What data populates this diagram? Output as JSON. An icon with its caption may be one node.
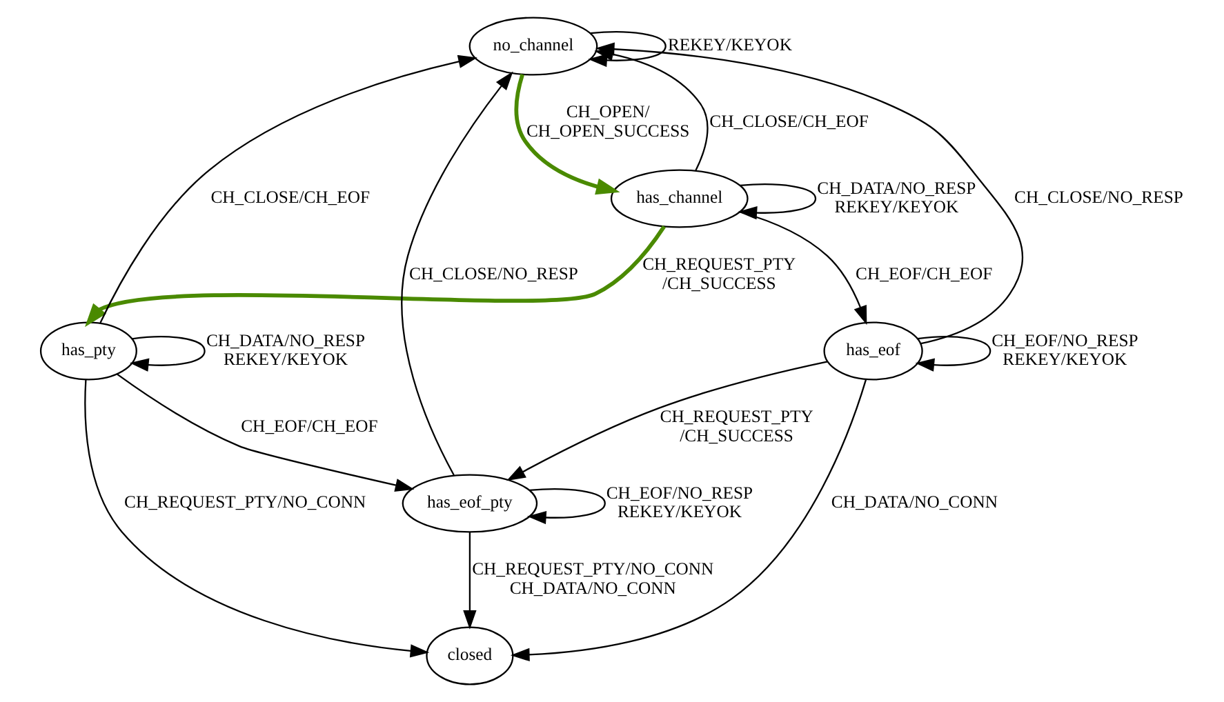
{
  "diagram": {
    "nodes": [
      {
        "text": [
          "no_channel"
        ]
      },
      {
        "text": [
          "has_channel"
        ]
      },
      {
        "text": [
          "has_eof"
        ]
      },
      {
        "text": [
          "has_pty"
        ]
      },
      {
        "text": [
          "has_eof_pty"
        ]
      },
      {
        "text": [
          "closed"
        ]
      }
    ],
    "edges": [
      {
        "from": 0,
        "to": 0,
        "arrow": "to",
        "label": "REKEY/KEYOK"
      },
      {
        "from": 0,
        "to": 1,
        "arrow": "to",
        "label": "CH_OPEN/ CH_OPEN_SUCCESS",
        "style": "thick",
        "color": "#4a8a00"
      },
      {
        "from": 1,
        "to": 0,
        "arrow": "to",
        "label": "CH_CLOSE/CH_EOF"
      },
      {
        "from": 1,
        "to": 1,
        "arrow": "to",
        "label": "CH_DATA/NO_RESP REKEY/KEYOK"
      },
      {
        "from": 1,
        "to": 3,
        "arrow": "to",
        "label": "CH_REQUEST_PTY /CH_SUCCESS",
        "style": "thick",
        "color": "#4a8a00"
      },
      {
        "from": 1,
        "to": 2,
        "arrow": "to",
        "label": "CH_EOF/CH_EOF"
      },
      {
        "from": 2,
        "to": 0,
        "arrow": "to",
        "label": "CH_CLOSE/NO_RESP"
      },
      {
        "from": 2,
        "to": 2,
        "arrow": "to",
        "label": "CH_EOF/NO_RESP REKEY/KEYOK"
      },
      {
        "from": 2,
        "to": 4,
        "arrow": "to",
        "label": "CH_REQUEST_PTY /CH_SUCCESS"
      },
      {
        "from": 2,
        "to": 5,
        "arrow": "to",
        "label": "CH_DATA/NO_CONN"
      },
      {
        "from": 3,
        "to": 0,
        "arrow": "to",
        "label": "CH_CLOSE/CH_EOF"
      },
      {
        "from": 3,
        "to": 3,
        "arrow": "to",
        "label": "CH_DATA/NO_RESP REKEY/KEYOK"
      },
      {
        "from": 3,
        "to": 4,
        "arrow": "to",
        "label": "CH_EOF/CH_EOF"
      },
      {
        "from": 3,
        "to": 5,
        "arrow": "to",
        "label": "CH_REQUEST_PTY/NO_CONN"
      },
      {
        "from": 4,
        "to": 0,
        "arrow": "to",
        "label": "CH_CLOSE/NO_RESP"
      },
      {
        "from": 4,
        "to": 4,
        "arrow": "to",
        "label": "CH_EOF/NO_RESP REKEY/KEYOK"
      },
      {
        "from": 4,
        "to": 5,
        "arrow": "to",
        "label": "CH_REQUEST_PTY/NO_CONN CH_DATA/NO_CONN"
      }
    ]
  }
}
